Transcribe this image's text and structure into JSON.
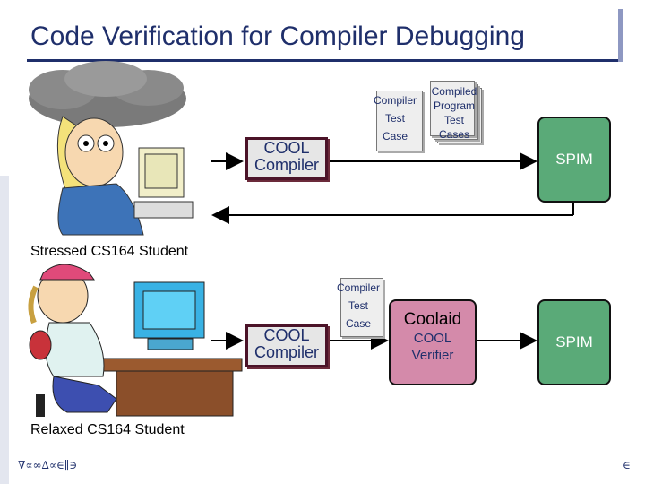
{
  "slide": {
    "title": "Code Verification for Compiler Debugging",
    "footer_left": "∇∝∞∆∝∈∥∋",
    "footer_right": "∈"
  },
  "top_flow": {
    "caption": "Stressed CS164 Student",
    "compiler": [
      "COOL",
      "Compiler"
    ],
    "test_case": [
      "Compiler",
      "Test",
      "Case"
    ],
    "compiled_cases": [
      "Compiled",
      "Program",
      "Test",
      "Cases"
    ],
    "runner": "SPIM"
  },
  "bottom_flow": {
    "caption": "Relaxed CS164 Student",
    "compiler": [
      "COOL",
      "Compiler"
    ],
    "test_case": [
      "Compiler",
      "Test",
      "Case"
    ],
    "verifier_title": "Coolaid",
    "verifier_sub": [
      "COOL",
      "Verifier"
    ],
    "runner": "SPIM"
  }
}
